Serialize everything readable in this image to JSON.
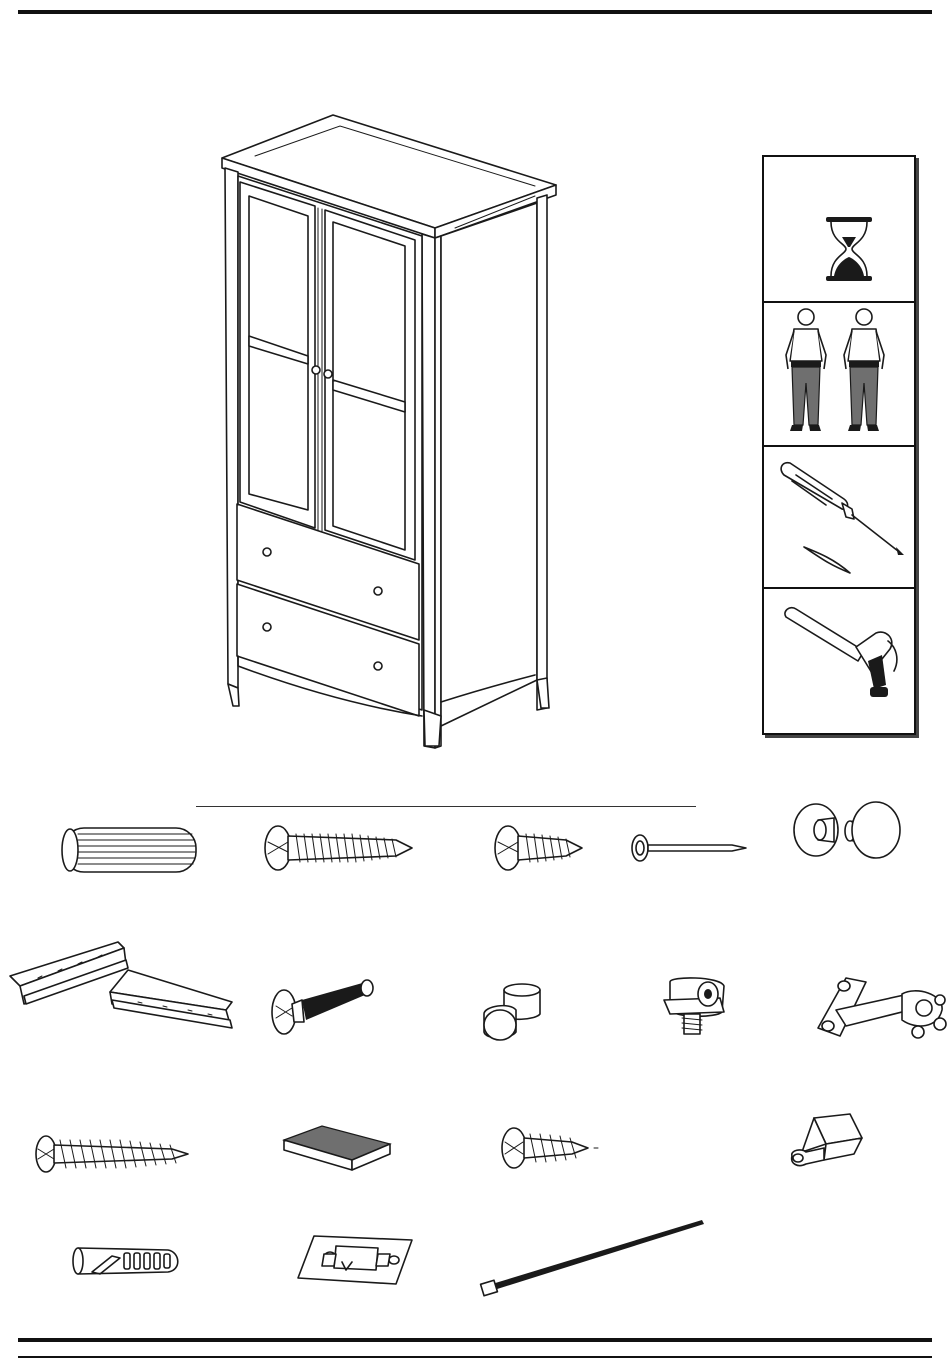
{
  "page": {
    "product": "wardrobe-armoire-two-doors-two-drawers",
    "requirements": [
      "hourglass-icon",
      "two-people-icon",
      "screwdriver-icon",
      "hammer-icon"
    ]
  },
  "hardware": [
    {
      "row": 1,
      "items": [
        "wooden-dowel",
        "long-phillips-screw",
        "short-phillips-screw",
        "nail",
        "door-knob"
      ]
    },
    {
      "row": 2,
      "items": [
        "drawer-slide-rails",
        "cam-bolt",
        "shelf-support-peg",
        "cam-lock-fitting",
        "cabinet-hinge"
      ]
    },
    {
      "row": 3,
      "items": [
        "coarse-thread-screw",
        "felt-pad",
        "small-screw",
        "anti-tip-bracket"
      ]
    },
    {
      "row": 4,
      "items": [
        "wall-plug-anchor",
        "magnetic-catch",
        "cable-tie"
      ]
    }
  ]
}
